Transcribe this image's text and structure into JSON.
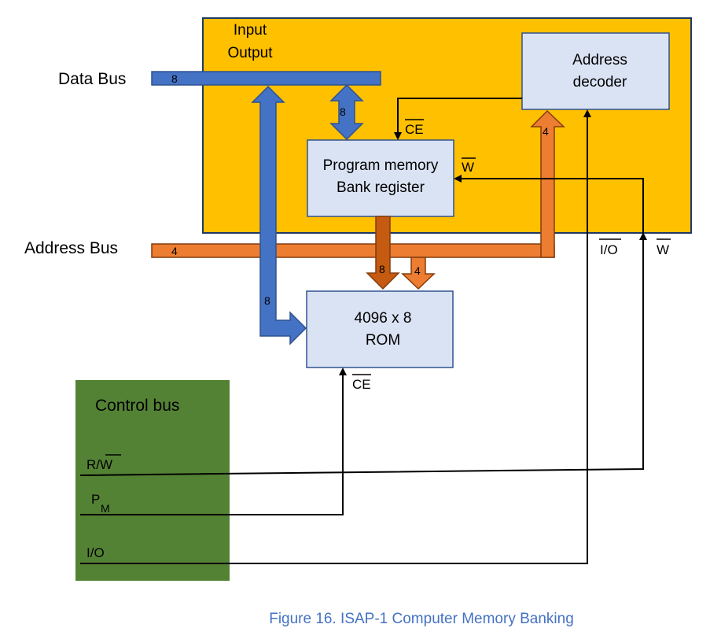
{
  "colors": {
    "io_fill": "#FFC000",
    "box_fill": "#DAE3F3",
    "data_bus": "#4472C4",
    "address_bus": "#ED7D31",
    "bank_out": "#C55A11",
    "control_fill": "#548235",
    "caption": "#4472C4"
  },
  "labels": {
    "data_bus": "Data Bus",
    "address_bus": "Address Bus",
    "io_line1": "Input",
    "io_line2": "Output",
    "decoder_line1": "Address",
    "decoder_line2": "decoder",
    "bank_line1": "Program memory",
    "bank_line2": "Bank register",
    "rom_line1": "4096 x 8",
    "rom_line2": "ROM",
    "control_bus": "Control bus"
  },
  "widths": {
    "data_bus": "8",
    "io_to_bank": "8",
    "data_to_rom": "8",
    "bank_to_rom": "8",
    "addr_to_rom": "4",
    "address_bus": "4",
    "addr_to_decoder": "4"
  },
  "signals": {
    "ce_bank": "CE",
    "w_bank": "W",
    "io_bar": "I/O",
    "w_right": "W",
    "ce_rom": "CE",
    "rw_r": "R/",
    "rw_w": "W",
    "pm_p": "P",
    "pm_sub": "M",
    "io": "I/O"
  },
  "caption": "Figure 16.  ISAP-1 Computer Memory Banking"
}
